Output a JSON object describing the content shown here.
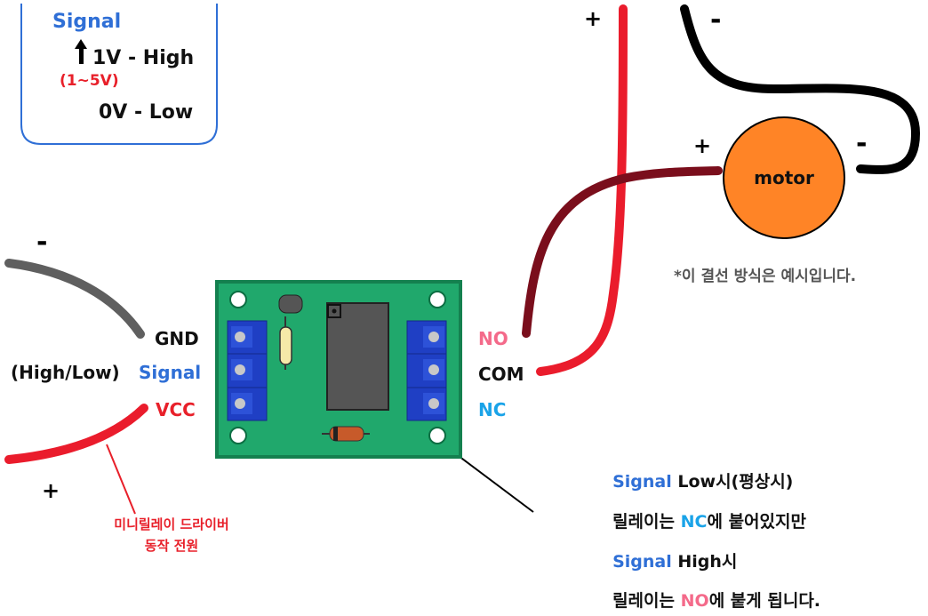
{
  "legend": {
    "signal": "Signal",
    "high": "1V - High",
    "range": "(1~5V)",
    "low": "0V - Low"
  },
  "left_pins": {
    "gnd": "GND",
    "signal_prefix": "(High/Low)",
    "signal": "Signal",
    "vcc": "VCC"
  },
  "right_pins": {
    "no": "NO",
    "com": "COM",
    "nc": "NC"
  },
  "polarity": {
    "left_minus": "-",
    "left_plus": "+",
    "top_plus": "+",
    "top_minus": "-",
    "motor_plus": "+",
    "motor_minus": "-"
  },
  "motor": {
    "label": "motor"
  },
  "note": "*이 결선 방식은 예시입니다.",
  "power_caption": {
    "line1": "미니릴레이 드라이버",
    "line2": "동작 전원"
  },
  "explanation": {
    "line1_signal": "Signal",
    "line1_rest": " Low시(평상시)",
    "line2_pre": "릴레이는 ",
    "line2_nc": "NC",
    "line2_post": "에 붙어있지만",
    "line3_signal": "Signal",
    "line3_rest": " High시",
    "line4_pre": "릴레이는 ",
    "line4_no": "NO",
    "line4_post": "에 붙게 됩니다."
  },
  "colors": {
    "signal_blue": "#2f6fd6",
    "nc_blue": "#1aa3e8",
    "no_pink": "#f46a8a",
    "vcc_red": "#e8202a",
    "board_green": "#20a86c",
    "terminal_blue": "#1f3fc4",
    "motor_orange": "#ff8426",
    "dark_red_wire": "#7a0e1c"
  }
}
